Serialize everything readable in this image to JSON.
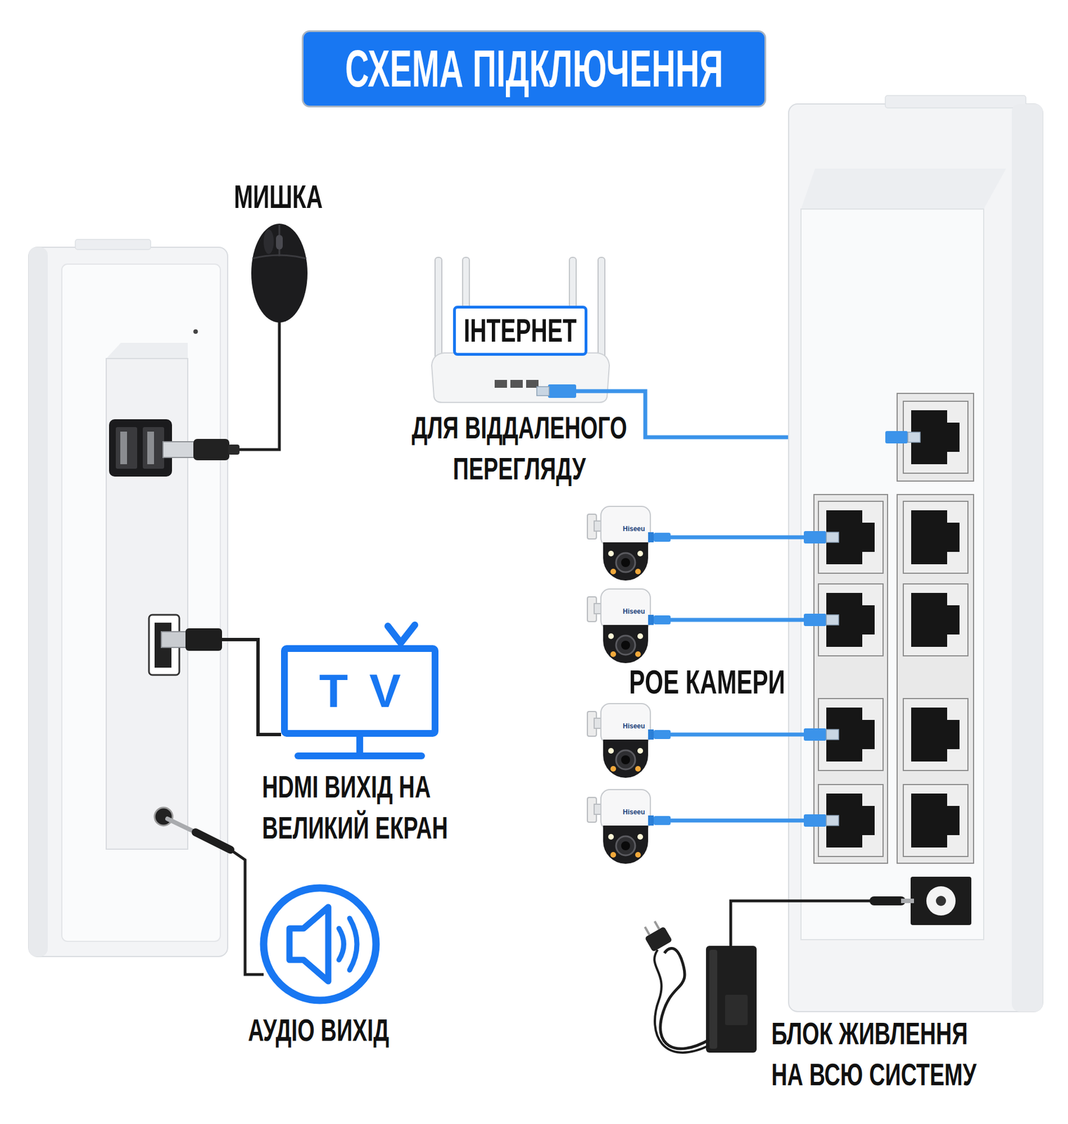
{
  "diagram": {
    "title": "СХЕМА ПІДКЛЮЧЕННЯ",
    "nodes": [
      {
        "text": [
          "ІНТЕРНЕТ"
        ]
      },
      {
        "text": [
          "TV"
        ]
      }
    ],
    "labels": [
      "МИШКА",
      "ДЛЯ ВІДДАЛЕНОГО ПЕРЕГЛЯДУ",
      "Hiseeu",
      "Hiseeu",
      "POE КАМЕРИ",
      "Hiseeu",
      "Hiseeu",
      "HDMI ВИХІД НА ВЕЛИКИЙ ЕКРАН",
      "АУДІО ВИХІД",
      "БЛОК ЖИВЛЕННЯ НА ВСЮ СИСТЕМУ"
    ]
  }
}
